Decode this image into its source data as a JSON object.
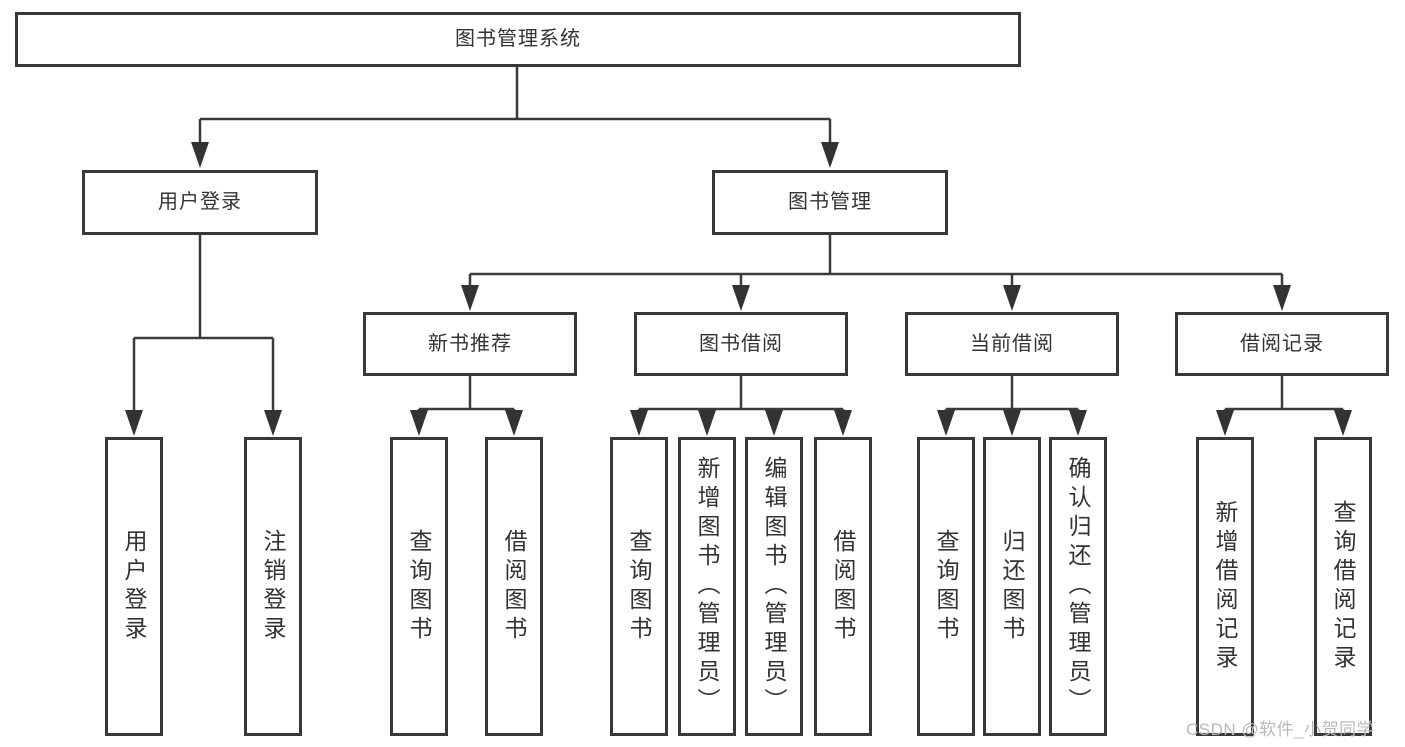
{
  "colors": {
    "background": "#ffffff",
    "line": "#3a3a3a",
    "box_border": "#383838",
    "text": "#333333",
    "watermark": "#b9b9b9"
  },
  "diagram": {
    "root": {
      "label": "图书管理系统"
    },
    "level2": [
      {
        "label": "用户登录"
      },
      {
        "label": "图书管理"
      }
    ],
    "level3": [
      {
        "label": "新书推荐"
      },
      {
        "label": "图书借阅"
      },
      {
        "label": "当前借阅"
      },
      {
        "label": "借阅记录"
      }
    ],
    "leaves": [
      {
        "label": "用户登录",
        "parent": "用户登录"
      },
      {
        "label": "注销登录",
        "parent": "用户登录"
      },
      {
        "label": "查询图书",
        "parent": "新书推荐"
      },
      {
        "label": "借阅图书",
        "parent": "新书推荐"
      },
      {
        "label": "查询图书",
        "parent": "图书借阅"
      },
      {
        "label": "新增图书（管理员）",
        "parent": "图书借阅"
      },
      {
        "label": "编辑图书（管理员）",
        "parent": "图书借阅"
      },
      {
        "label": "借阅图书",
        "parent": "图书借阅"
      },
      {
        "label": "查询图书",
        "parent": "当前借阅"
      },
      {
        "label": "归还图书",
        "parent": "当前借阅"
      },
      {
        "label": "确认归还（管理员）",
        "parent": "当前借阅"
      },
      {
        "label": "新增借阅记录",
        "parent": "借阅记录"
      },
      {
        "label": "查询借阅记录",
        "parent": "借阅记录"
      }
    ]
  },
  "watermark": {
    "text": "CSDN @软件_小贺同学"
  }
}
